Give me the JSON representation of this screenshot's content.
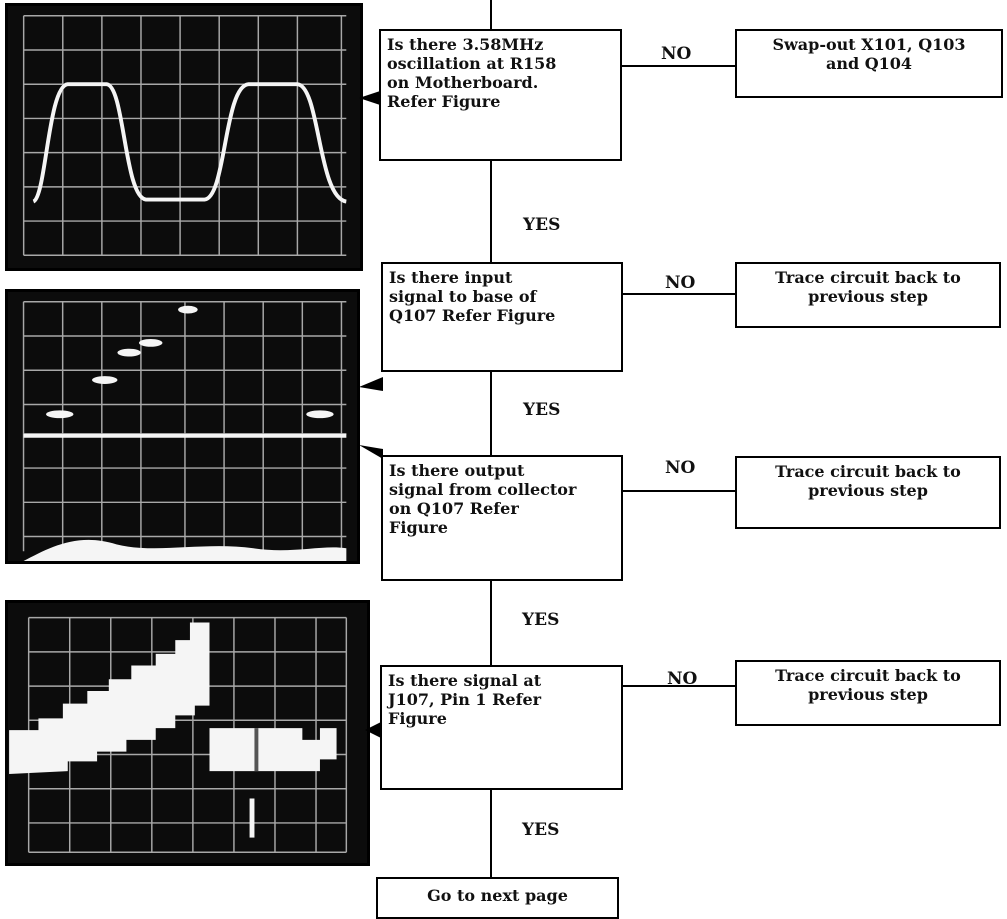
{
  "steps": [
    {
      "question": "Is there 3.58MHz\noscillation at R158\non Motherboard.\nRefer Figure",
      "no_label": "NO",
      "action": "Swap-out X101, Q103\nand Q104"
    },
    {
      "question": "Is there input\nsignal to base of\nQ107  Refer Figure",
      "no_label": "NO",
      "action": "Trace circuit back to\nprevious step"
    },
    {
      "question": "Is there output\nsignal from collector\non Q107  Refer\nFigure",
      "no_label": "NO",
      "action": "Trace circuit back to\nprevious step"
    },
    {
      "question": "Is there signal at\nJ107, Pin 1  Refer\nFigure",
      "no_label": "NO",
      "action": "Trace circuit back to\nprevious step"
    }
  ],
  "yes_labels": [
    "YES",
    "YES",
    "YES",
    "YES"
  ],
  "final": "Go to next page"
}
